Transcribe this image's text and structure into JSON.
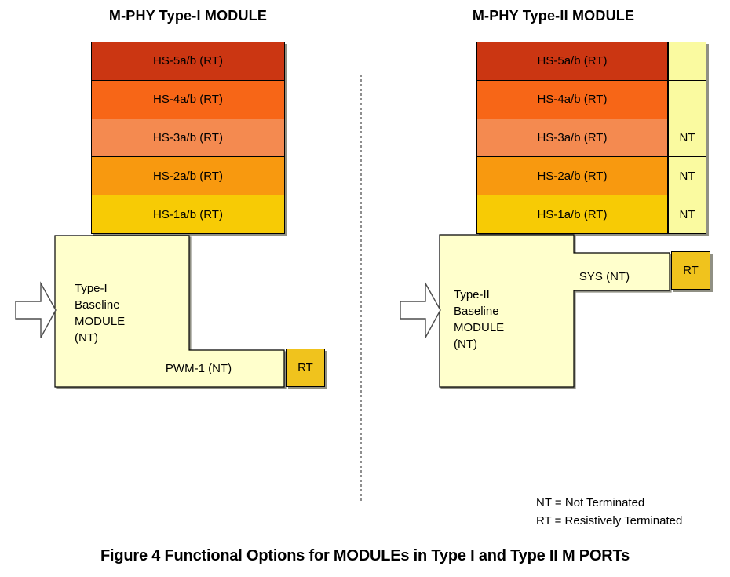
{
  "titles": {
    "left": "M-PHY Type-I MODULE",
    "right": "M-PHY Type-II MODULE"
  },
  "stacks": {
    "left": {
      "bars": [
        {
          "label": "HS-5a/b (RT)",
          "color": "#CB3612"
        },
        {
          "label": "HS-4a/b (RT)",
          "color": "#F76617"
        },
        {
          "label": "HS-3a/b (RT)",
          "color": "#F48A50"
        },
        {
          "label": "HS-2a/b (RT)",
          "color": "#F8990F"
        },
        {
          "label": "HS-1a/b (RT)",
          "color": "#F7CB05"
        }
      ]
    },
    "right": {
      "bars": [
        {
          "label": "HS-5a/b (RT)",
          "color": "#CB3612",
          "side_label": ""
        },
        {
          "label": "HS-4a/b (RT)",
          "color": "#F76617",
          "side_label": ""
        },
        {
          "label": "HS-3a/b (RT)",
          "color": "#F48A50",
          "side_label": "NT"
        },
        {
          "label": "HS-2a/b (RT)",
          "color": "#F8990F",
          "side_label": "NT"
        },
        {
          "label": "HS-1a/b (RT)",
          "color": "#F7CB05",
          "side_label": "NT"
        }
      ]
    }
  },
  "left_module": {
    "lines": [
      "Type-I",
      "Baseline",
      "MODULE",
      "(NT)"
    ],
    "pwm_label": "PWM-1 (NT)",
    "rt_label": "RT"
  },
  "right_module": {
    "lines": [
      "Type-II",
      "Baseline",
      "MODULE",
      "(NT)"
    ],
    "sys_label": "SYS (NT)",
    "rt_label": "RT"
  },
  "legend": {
    "line1": "NT = Not Terminated",
    "line2": "RT = Resistively Terminated"
  },
  "caption": "Figure 4 Functional Options for MODULEs in Type I and Type II M PORTs",
  "icons": {
    "left_module_pointer": "block-arrow-right",
    "right_module_pointer": "block-arrow-right"
  },
  "colors": {
    "hs5": "#CB3612",
    "hs4": "#F76617",
    "hs3": "#F48A50",
    "hs2": "#F8990F",
    "hs1": "#F7CB05",
    "rt_box": "#F0C31D",
    "module_fill": "#FFFFCC",
    "side_box_fill": "#FAFAA0",
    "arrow_fill": "#FFFFFF",
    "border": "#000000",
    "shadow": "#7D7C6E",
    "divider": "#8F8F8F"
  }
}
